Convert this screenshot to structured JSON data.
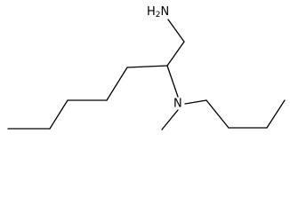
{
  "structure": {
    "atoms": [
      {
        "id": "amine_n",
        "element": "N",
        "label": "H2N",
        "label_parts": [
          {
            "text": "H",
            "sub": false
          },
          {
            "text": "2",
            "sub": true
          },
          {
            "text": "N",
            "sub": false
          }
        ]
      },
      {
        "id": "tertiary_n",
        "element": "N",
        "label": "N"
      }
    ],
    "bond_count": 13,
    "colors": {
      "bond": "#000000",
      "label": "#000000",
      "background": "#ffffff"
    }
  }
}
